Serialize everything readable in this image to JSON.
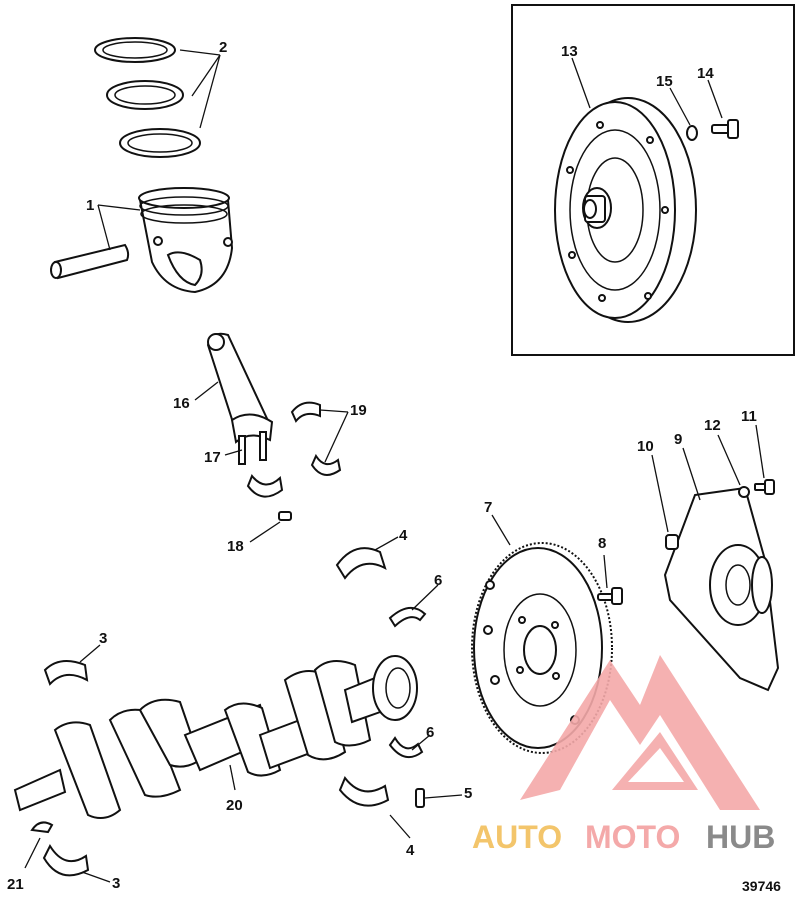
{
  "callouts": [
    {
      "id": "c1",
      "label": "1"
    },
    {
      "id": "c2",
      "label": "2"
    },
    {
      "id": "c3a",
      "label": "3"
    },
    {
      "id": "c3b",
      "label": "3"
    },
    {
      "id": "c4a",
      "label": "4"
    },
    {
      "id": "c4b",
      "label": "4"
    },
    {
      "id": "c5",
      "label": "5"
    },
    {
      "id": "c6a",
      "label": "6"
    },
    {
      "id": "c6b",
      "label": "6"
    },
    {
      "id": "c7",
      "label": "7"
    },
    {
      "id": "c8",
      "label": "8"
    },
    {
      "id": "c9",
      "label": "9"
    },
    {
      "id": "c10",
      "label": "10"
    },
    {
      "id": "c11",
      "label": "11"
    },
    {
      "id": "c12",
      "label": "12"
    },
    {
      "id": "c13",
      "label": "13"
    },
    {
      "id": "c14",
      "label": "14"
    },
    {
      "id": "c15",
      "label": "15"
    },
    {
      "id": "c16",
      "label": "16"
    },
    {
      "id": "c17",
      "label": "17"
    },
    {
      "id": "c18",
      "label": "18"
    },
    {
      "id": "c19",
      "label": "19"
    },
    {
      "id": "c20",
      "label": "20"
    },
    {
      "id": "c21",
      "label": "21"
    }
  ],
  "figure_number": "39746",
  "watermark": {
    "word_1": "AUTO",
    "word_2": "MOTO",
    "word_3": "HUB",
    "color_primary": "#f4a9a9",
    "color_accent": "#f3c56b",
    "color_dark": "#8a8a8a"
  }
}
